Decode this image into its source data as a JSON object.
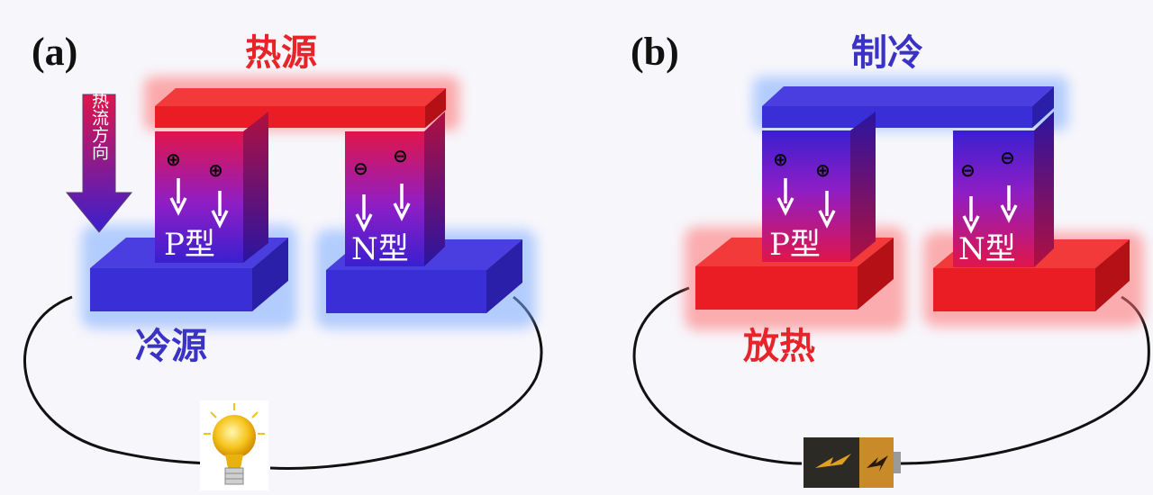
{
  "panel_a": {
    "label": "(a)",
    "top_label": "热源",
    "bottom_label": "冷源",
    "heat_flow_label": "热流方向",
    "p_leg_label": "P型",
    "n_leg_label": "N型",
    "p_signs": [
      "⊕",
      "⊕"
    ],
    "n_signs": [
      "⊖",
      "⊖"
    ],
    "device": "light-bulb"
  },
  "panel_b": {
    "label": "(b)",
    "top_label": "制冷",
    "bottom_label": "放热",
    "p_leg_label": "P型",
    "n_leg_label": "N型",
    "p_signs": [
      "⊕",
      "⊕"
    ],
    "n_signs": [
      "⊖",
      "⊖"
    ],
    "device": "battery"
  },
  "colors": {
    "hot": "#e8242a",
    "cold": "#3a33c6",
    "background": "#f7f6fb"
  }
}
